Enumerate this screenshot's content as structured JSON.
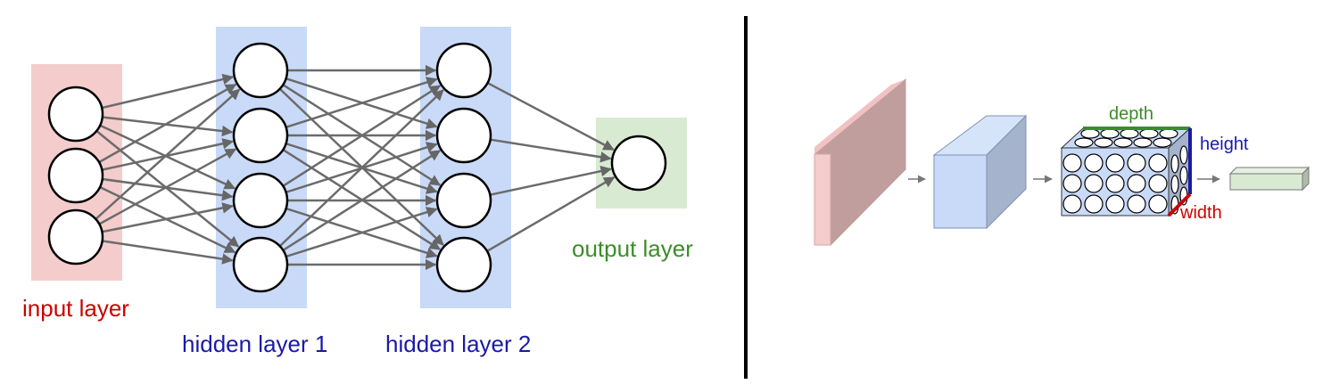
{
  "left_diagram": {
    "input_label": "input layer",
    "hidden1_label": "hidden layer 1",
    "hidden2_label": "hidden layer 2",
    "output_label": "output layer",
    "layers": [
      {
        "name": "input",
        "nodes": 3
      },
      {
        "name": "hidden1",
        "nodes": 4
      },
      {
        "name": "hidden2",
        "nodes": 4
      },
      {
        "name": "output",
        "nodes": 1
      }
    ]
  },
  "right_diagram": {
    "depth_label": "depth",
    "height_label": "height",
    "width_label": "width",
    "neuron_grid": {
      "rows": 3,
      "cols": 5
    }
  },
  "colors": {
    "input": "#cc0000",
    "hidden": "#1a1aa6",
    "output": "#3d8c2a",
    "input_bg": "#f4cccc",
    "hidden_bg": "#c9daf8",
    "output_bg": "#d9ead3",
    "edge": "#6b6b6b",
    "divider": "#000000",
    "depth_line": "#3d8c2a",
    "height_line": "#1a1aa6",
    "width_line": "#cc0000"
  }
}
